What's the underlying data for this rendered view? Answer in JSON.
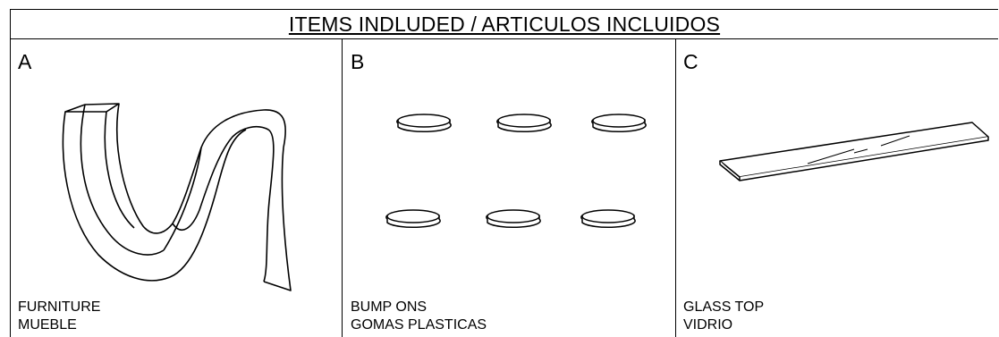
{
  "title": "ITEMS INDLUDED / ARTICULOS INCLUIDOS",
  "items": [
    {
      "letter": "A",
      "name_en": "FURNITURE",
      "name_es": "MUEBLE"
    },
    {
      "letter": "B",
      "name_en": "BUMP ONS",
      "name_es": "GOMAS PLASTICAS"
    },
    {
      "letter": "C",
      "name_en": "GLASS TOP",
      "name_es": "VIDRIO"
    }
  ]
}
